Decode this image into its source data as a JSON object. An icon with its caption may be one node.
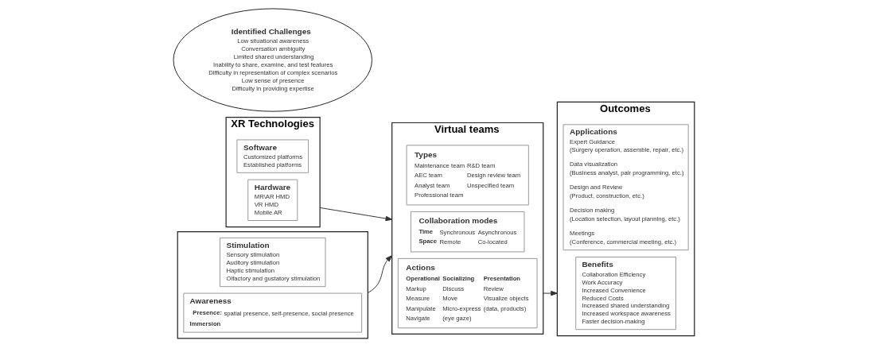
{
  "diagram": {
    "nodes": [
      {
        "text": [
          "XR Technologies"
        ]
      },
      {
        "text": [
          "Software",
          "Customized platforms",
          "Established platforms"
        ],
        "in": 0
      },
      {
        "text": [
          "Hardware",
          "MR\\AR HMD",
          "VR HMD",
          "Mobile AR"
        ],
        "in": 0
      },
      {
        "text": [],
        "shape": "box"
      },
      {
        "text": [
          "Stimulation",
          "Sensory stimulation",
          "Auditory stimulation",
          "Haptic stimulation",
          "Olfactory and gustatory stimulation"
        ],
        "in": 3
      },
      {
        "text": [
          "Awareness",
          "**Presence:** spatial presence, self-presence, social presence",
          "Immersion"
        ],
        "in": 3
      },
      {
        "text": [
          "Identified Challenges",
          "Low situational awareness",
          "Conversation ambiguity",
          "Limited shared understanding",
          "Inability to share, examine, and test features",
          "Difficulty in representation of complex scenarios",
          "Low sense of presence",
          "Difficulty in providing expertise"
        ]
      },
      {
        "text": [
          "Virtual teams"
        ]
      },
      {
        "text": [
          "Types",
          "Maintenance team",
          "AEC team",
          "Analyst team",
          "Professional team",
          "R&D team",
          "Design review team",
          "Unspecified team"
        ],
        "in": 7
      },
      {
        "text": [
          "Collaboration modes",
          "Time",
          "Synchronous",
          "Asynchronous",
          "Space",
          "Remote",
          "Co-located"
        ],
        "in": 7
      },
      {
        "text": [
          "Actions",
          "Operational",
          "Markup",
          "Measure",
          "Manipulate",
          "Navigate",
          "Socializing",
          "Discuss",
          "Move",
          "Micro-express",
          "(eye gaze)",
          "Presentation",
          "Review",
          "Visualize objects",
          "(data, products)"
        ],
        "in": 7
      },
      {
        "text": [
          "Outcomes"
        ]
      },
      {
        "text": [
          "Applications",
          "Expert Guidance",
          "(Surgery operation, assemble, repair, etc.)",
          "Data visualization",
          "(Business analyst, pair programming, etc.)",
          "Design and Review",
          "(Product, construction, etc.)",
          "Decision making",
          "(Location selection, layout planning, etc.)",
          "Meetings",
          "(Conference, commercial meeting, etc.)"
        ],
        "in": 11
      },
      {
        "text": [
          "Benefits",
          "Collaboration Efficiency",
          "Work Accuracy",
          "Increased Convenience",
          "Reduced Costs",
          "Increased shared understanding",
          "Increased workspace awareness",
          "Faster decision-making"
        ],
        "in": 11
      }
    ],
    "edges": [
      {
        "from": 0,
        "to": 7,
        "arrow": "to"
      },
      {
        "from": 3,
        "to": 7,
        "arrow": "to"
      },
      {
        "from": 7,
        "to": 11,
        "arrow": "to"
      }
    ]
  }
}
